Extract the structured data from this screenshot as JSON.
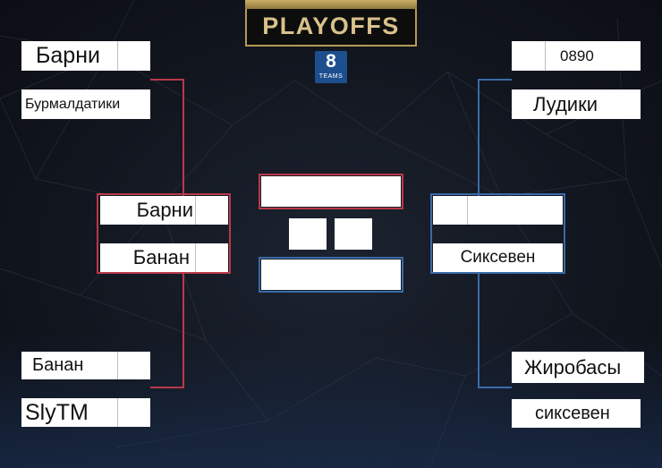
{
  "header": {
    "logo_text": "PLAYOFFS",
    "teams_count": "8",
    "teams_label": "TEAMS"
  },
  "left_quarterfinals": {
    "upper": {
      "team_a": "Барни",
      "team_b": "Бурмалдатики"
    },
    "lower": {
      "team_a": "Банан",
      "team_b": "SlyTM"
    }
  },
  "right_quarterfinals": {
    "upper": {
      "team_a": "0890",
      "team_b": "Лудики"
    },
    "lower": {
      "team_a": "Жиробасы",
      "team_b": "сиксевен"
    }
  },
  "left_semifinal": {
    "team_a": "Барни",
    "team_b": "Банан"
  },
  "right_semifinal": {
    "team_a": "",
    "team_b": "Сиксевен"
  },
  "final": {
    "team_a": "",
    "team_b": "",
    "score_a": "",
    "score_b": ""
  },
  "colors": {
    "left_accent": "#b8394a",
    "right_accent": "#3a6aa6",
    "logo_gold": "#d8c28a",
    "badge_blue": "#1d4f8e"
  }
}
